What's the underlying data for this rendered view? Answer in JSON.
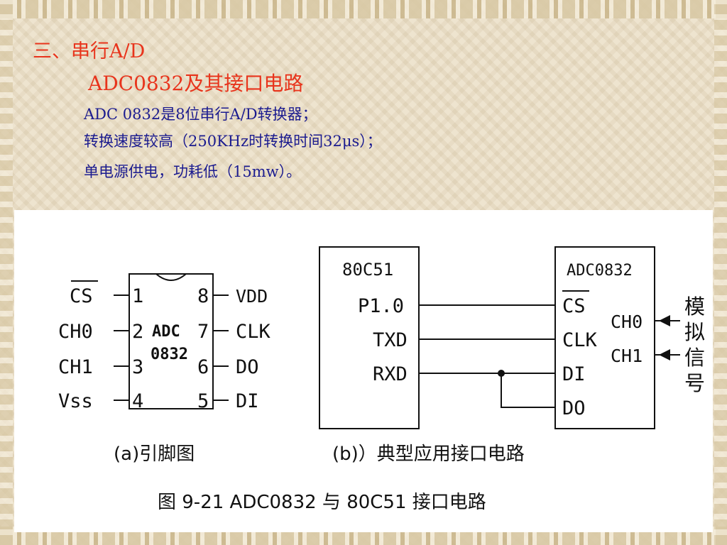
{
  "heading1": "三、串行A/D",
  "heading2": "ADC0832及其接口电路",
  "bullets": [
    "ADC 0832是8位串行A/D转换器；",
    "转换速度较高（250KHz时转换时间32μs）；",
    "单电源供电，功耗低（15mw）。"
  ],
  "pinout": {
    "chip_label_line1": "ADC",
    "chip_label_line2": "0832",
    "left_pins": [
      {
        "name": "CS",
        "num": "1"
      },
      {
        "name": "CH0",
        "num": "2"
      },
      {
        "name": "CH1",
        "num": "3"
      },
      {
        "name": "Vss",
        "num": "4"
      }
    ],
    "right_pins": [
      {
        "name": "VDD",
        "num": "8"
      },
      {
        "name": "CLK",
        "num": "7"
      },
      {
        "name": "DO",
        "num": "6"
      },
      {
        "name": "DI",
        "num": "5"
      }
    ],
    "caption": "(a)引脚图"
  },
  "interface": {
    "mcu_label": "80C51",
    "mcu_pins": [
      "P1.0",
      "TXD",
      "RXD"
    ],
    "adc_label": "ADC0832",
    "adc_left_pins": [
      "CS",
      "CLK",
      "DI",
      "DO"
    ],
    "adc_right_pins": [
      "CH0",
      "CH1"
    ],
    "analog_label": [
      "模",
      "拟",
      "信",
      "号"
    ],
    "caption": "(b)）典型应用接口电路"
  },
  "figure_caption": "图 9-21  ADC0832 与 80C51 接口电路",
  "colors": {
    "heading": "#e8341c",
    "bullet": "#1b1b8f",
    "panel_bg": "#ffffff"
  }
}
